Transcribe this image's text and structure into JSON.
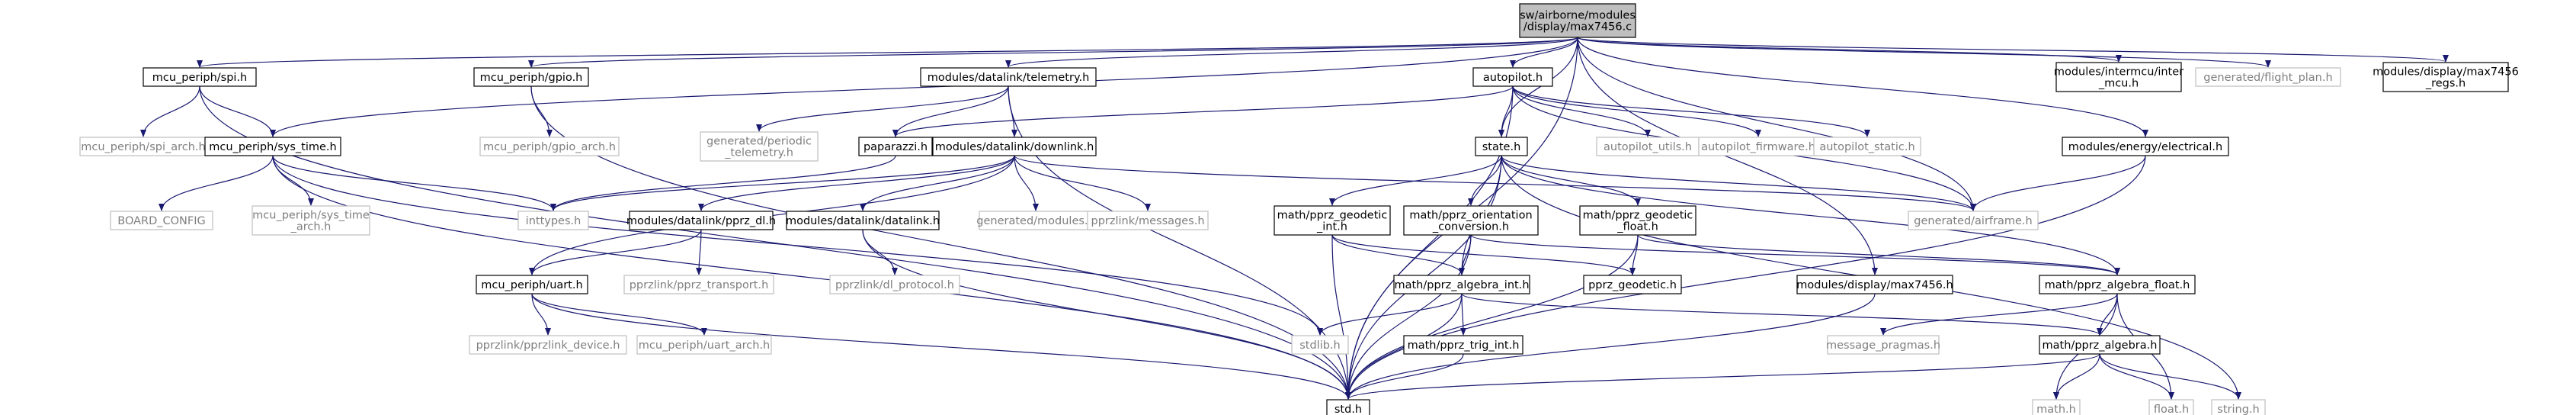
{
  "graph": {
    "nodes": [
      {
        "id": "root",
        "lines": [
          "sw/airborne/modules",
          "/display/max7456.c"
        ],
        "style": "root"
      },
      {
        "id": "spi",
        "lines": [
          "mcu_periph/spi.h"
        ],
        "style": "linked"
      },
      {
        "id": "gpio",
        "lines": [
          "mcu_periph/gpio.h"
        ],
        "style": "linked"
      },
      {
        "id": "telemetry",
        "lines": [
          "modules/datalink/telemetry.h"
        ],
        "style": "linked"
      },
      {
        "id": "autopilot",
        "lines": [
          "autopilot.h"
        ],
        "style": "linked"
      },
      {
        "id": "intermcu",
        "lines": [
          "modules/intermcu/inter",
          "_mcu.h"
        ],
        "style": "linked"
      },
      {
        "id": "flightplan",
        "lines": [
          "generated/flight_plan.h"
        ],
        "style": "plain"
      },
      {
        "id": "regs",
        "lines": [
          "modules/display/max7456",
          "_regs.h"
        ],
        "style": "linked"
      },
      {
        "id": "spiarch",
        "lines": [
          "mcu_periph/spi_arch.h"
        ],
        "style": "plain"
      },
      {
        "id": "systime",
        "lines": [
          "mcu_periph/sys_time.h"
        ],
        "style": "linked"
      },
      {
        "id": "gpioarch",
        "lines": [
          "mcu_periph/gpio_arch.h"
        ],
        "style": "plain"
      },
      {
        "id": "genperiodic",
        "lines": [
          "generated/periodic",
          "_telemetry.h"
        ],
        "style": "plain"
      },
      {
        "id": "downlink",
        "lines": [
          "modules/datalink/downlink.h"
        ],
        "style": "linked"
      },
      {
        "id": "paparazzi",
        "lines": [
          "paparazzi.h"
        ],
        "style": "linked"
      },
      {
        "id": "state",
        "lines": [
          "state.h"
        ],
        "style": "linked"
      },
      {
        "id": "apu",
        "lines": [
          "autopilot_utils.h"
        ],
        "style": "plain"
      },
      {
        "id": "apf",
        "lines": [
          "autopilot_firmware.h"
        ],
        "style": "plain"
      },
      {
        "id": "aps",
        "lines": [
          "autopilot_static.h"
        ],
        "style": "plain"
      },
      {
        "id": "electrical",
        "lines": [
          "modules/energy/electrical.h"
        ],
        "style": "linked"
      },
      {
        "id": "board",
        "lines": [
          "BOARD_CONFIG"
        ],
        "style": "plain"
      },
      {
        "id": "systimearch",
        "lines": [
          "mcu_periph/sys_time",
          "_arch.h"
        ],
        "style": "plain"
      },
      {
        "id": "inttypes",
        "lines": [
          "inttypes.h"
        ],
        "style": "plain"
      },
      {
        "id": "pprzdl",
        "lines": [
          "modules/datalink/pprz_dl.h"
        ],
        "style": "linked"
      },
      {
        "id": "datalink",
        "lines": [
          "modules/datalink/datalink.h"
        ],
        "style": "linked"
      },
      {
        "id": "genmodules",
        "lines": [
          "generated/modules.h"
        ],
        "style": "plain"
      },
      {
        "id": "pprzmsg",
        "lines": [
          "pprzlink/messages.h"
        ],
        "style": "plain"
      },
      {
        "id": "geoint",
        "lines": [
          "math/pprz_geodetic",
          "_int.h"
        ],
        "style": "linked"
      },
      {
        "id": "orient",
        "lines": [
          "math/pprz_orientation",
          "_conversion.h"
        ],
        "style": "linked"
      },
      {
        "id": "geofloat",
        "lines": [
          "math/pprz_geodetic",
          "_float.h"
        ],
        "style": "linked"
      },
      {
        "id": "airframe",
        "lines": [
          "generated/airframe.h"
        ],
        "style": "plain"
      },
      {
        "id": "uart",
        "lines": [
          "mcu_periph/uart.h"
        ],
        "style": "linked"
      },
      {
        "id": "pprztransport",
        "lines": [
          "pprzlink/pprz_transport.h"
        ],
        "style": "plain"
      },
      {
        "id": "dlprotocol",
        "lines": [
          "pprzlink/dl_protocol.h"
        ],
        "style": "plain"
      },
      {
        "id": "algint",
        "lines": [
          "math/pprz_algebra_int.h"
        ],
        "style": "linked"
      },
      {
        "id": "geodetic",
        "lines": [
          "pprz_geodetic.h"
        ],
        "style": "linked"
      },
      {
        "id": "max7456h",
        "lines": [
          "modules/display/max7456.h"
        ],
        "style": "linked"
      },
      {
        "id": "algfloat",
        "lines": [
          "math/pprz_algebra_float.h"
        ],
        "style": "linked"
      },
      {
        "id": "pprzdevice",
        "lines": [
          "pprzlink/pprzlink_device.h"
        ],
        "style": "plain"
      },
      {
        "id": "uartarch",
        "lines": [
          "mcu_periph/uart_arch.h"
        ],
        "style": "plain"
      },
      {
        "id": "stdlib",
        "lines": [
          "stdlib.h"
        ],
        "style": "plain"
      },
      {
        "id": "trigint",
        "lines": [
          "math/pprz_trig_int.h"
        ],
        "style": "linked"
      },
      {
        "id": "msgpragmas",
        "lines": [
          "message_pragmas.h"
        ],
        "style": "plain"
      },
      {
        "id": "algebra",
        "lines": [
          "math/pprz_algebra.h"
        ],
        "style": "linked"
      },
      {
        "id": "std",
        "lines": [
          "std.h"
        ],
        "style": "linked"
      },
      {
        "id": "math",
        "lines": [
          "math.h"
        ],
        "style": "plain"
      },
      {
        "id": "float",
        "lines": [
          "float.h"
        ],
        "style": "plain"
      },
      {
        "id": "string",
        "lines": [
          "string.h"
        ],
        "style": "plain"
      }
    ],
    "edges": [
      [
        "root",
        "spi"
      ],
      [
        "root",
        "gpio"
      ],
      [
        "root",
        "telemetry"
      ],
      [
        "root",
        "autopilot"
      ],
      [
        "root",
        "intermcu"
      ],
      [
        "root",
        "flightplan"
      ],
      [
        "root",
        "regs"
      ],
      [
        "root",
        "systime"
      ],
      [
        "root",
        "std"
      ],
      [
        "root",
        "state"
      ],
      [
        "root",
        "electrical"
      ],
      [
        "root",
        "airframe"
      ],
      [
        "root",
        "max7456h"
      ],
      [
        "spi",
        "spiarch"
      ],
      [
        "spi",
        "systime"
      ],
      [
        "spi",
        "std"
      ],
      [
        "gpio",
        "gpioarch"
      ],
      [
        "gpio",
        "std"
      ],
      [
        "telemetry",
        "genperiodic"
      ],
      [
        "telemetry",
        "downlink"
      ],
      [
        "telemetry",
        "std"
      ],
      [
        "telemetry",
        "paparazzi"
      ],
      [
        "autopilot",
        "paparazzi"
      ],
      [
        "autopilot",
        "state"
      ],
      [
        "autopilot",
        "apu"
      ],
      [
        "autopilot",
        "apf"
      ],
      [
        "autopilot",
        "aps"
      ],
      [
        "autopilot",
        "airframe"
      ],
      [
        "autopilot",
        "std"
      ],
      [
        "systime",
        "board"
      ],
      [
        "systime",
        "systimearch"
      ],
      [
        "systime",
        "inttypes"
      ],
      [
        "systime",
        "std"
      ],
      [
        "systime",
        "stdlib"
      ],
      [
        "downlink",
        "inttypes"
      ],
      [
        "downlink",
        "pprzdl"
      ],
      [
        "downlink",
        "datalink"
      ],
      [
        "downlink",
        "genmodules"
      ],
      [
        "downlink",
        "pprzmsg"
      ],
      [
        "downlink",
        "airframe"
      ],
      [
        "downlink",
        "uart"
      ],
      [
        "paparazzi",
        "inttypes"
      ],
      [
        "state",
        "geoint"
      ],
      [
        "state",
        "orient"
      ],
      [
        "state",
        "geofloat"
      ],
      [
        "state",
        "algint"
      ],
      [
        "state",
        "algfloat"
      ],
      [
        "state",
        "std"
      ],
      [
        "state",
        "string"
      ],
      [
        "state",
        "airframe"
      ],
      [
        "electrical",
        "airframe"
      ],
      [
        "electrical",
        "std"
      ],
      [
        "pprzdl",
        "uart"
      ],
      [
        "pprzdl",
        "pprztransport"
      ],
      [
        "datalink",
        "dlprotocol"
      ],
      [
        "datalink",
        "std"
      ],
      [
        "geoint",
        "algint"
      ],
      [
        "geoint",
        "geodetic"
      ],
      [
        "geoint",
        "std"
      ],
      [
        "orient",
        "algint"
      ],
      [
        "orient",
        "algfloat"
      ],
      [
        "orient",
        "std"
      ],
      [
        "geofloat",
        "geodetic"
      ],
      [
        "geofloat",
        "algfloat"
      ],
      [
        "geofloat",
        "std"
      ],
      [
        "uart",
        "pprzdevice"
      ],
      [
        "uart",
        "uartarch"
      ],
      [
        "uart",
        "std"
      ],
      [
        "algint",
        "stdlib"
      ],
      [
        "algint",
        "trigint"
      ],
      [
        "algint",
        "std"
      ],
      [
        "algint",
        "algebra"
      ],
      [
        "max7456h",
        "std"
      ],
      [
        "algfloat",
        "msgpragmas"
      ],
      [
        "algfloat",
        "algebra"
      ],
      [
        "algfloat",
        "math"
      ],
      [
        "algfloat",
        "float"
      ],
      [
        "trigint",
        "std"
      ],
      [
        "algebra",
        "std"
      ],
      [
        "algebra",
        "math"
      ],
      [
        "algebra",
        "float"
      ],
      [
        "algebra",
        "string"
      ]
    ]
  }
}
